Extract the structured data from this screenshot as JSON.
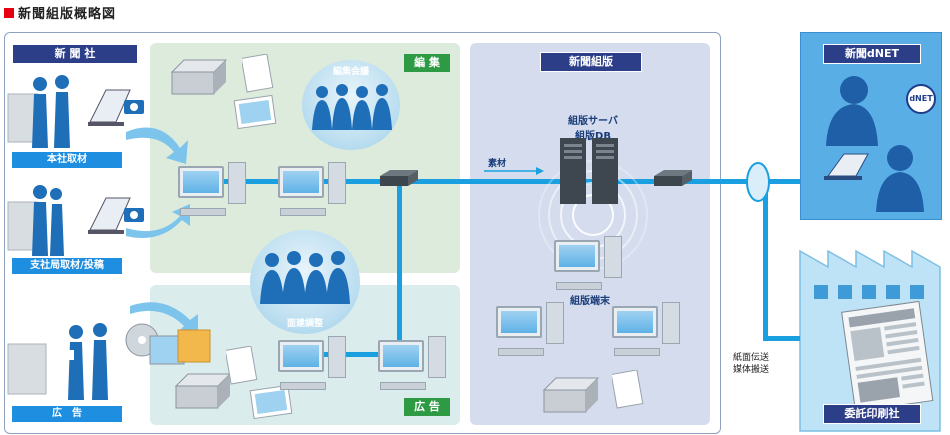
{
  "title": "新聞組版概略図",
  "zones": {
    "newspaper_company": "新 聞 社",
    "editorial": "編 集",
    "advertising": "広 告",
    "layout": "新聞組版",
    "dnet": "新聞dNET",
    "printer": "委託印刷社"
  },
  "labels": {
    "head_office": "本社取材",
    "branch": "支社局取材/投稿",
    "ad": "広　告",
    "editorial_meeting": "編集会議",
    "page_meeting": "面建調整",
    "server_line1": "組版サーバ",
    "server_line2": "組版DB",
    "material": "素材",
    "layout_terminal": "組版端末",
    "transfer_line1": "紙面伝送",
    "transfer_line2": "媒体搬送",
    "dnet_logo": "dNET"
  },
  "colors": {
    "network_line": "#1aa0e0",
    "title_square": "#e60012",
    "dark_label": "#2d3e88",
    "green_label": "#2e9b44",
    "blue_label": "#1e8ee0",
    "person": "#1e6fb8"
  }
}
